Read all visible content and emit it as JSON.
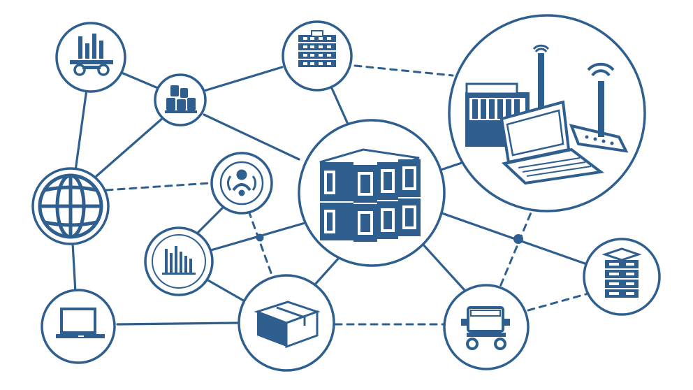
{
  "diagram": {
    "colors": {
      "primary": "#2f5f8f",
      "dark": "#1f4a78",
      "light": "#ffffff"
    },
    "nodes": [
      {
        "name": "forklift-node",
        "icon": "forklift-chart-icon"
      },
      {
        "name": "barrels-node",
        "icon": "barrels-icon"
      },
      {
        "name": "server-stack-node",
        "icon": "server-stack-icon"
      },
      {
        "name": "factory-laptop-router-node",
        "icon": "factory-laptop-router-icon"
      },
      {
        "name": "globe-node",
        "icon": "globe-icon"
      },
      {
        "name": "person-sensor-node",
        "icon": "person-signal-icon"
      },
      {
        "name": "central-cube-hub-node",
        "icon": "stacked-boxes-icon"
      },
      {
        "name": "bar-chart-node",
        "icon": "bar-chart-icon"
      },
      {
        "name": "database-node",
        "icon": "database-icon"
      },
      {
        "name": "laptop-node",
        "icon": "laptop-icon"
      },
      {
        "name": "package-node",
        "icon": "package-icon"
      },
      {
        "name": "cart-robot-node",
        "icon": "cart-icon"
      }
    ],
    "links": [
      {
        "from": "forklift-node",
        "to": "barrels-node",
        "style": "solid"
      },
      {
        "from": "forklift-node",
        "to": "globe-node",
        "style": "solid"
      },
      {
        "from": "barrels-node",
        "to": "server-stack-node",
        "style": "solid"
      },
      {
        "from": "barrels-node",
        "to": "globe-node",
        "style": "solid"
      },
      {
        "from": "barrels-node",
        "to": "central-cube-hub-node",
        "style": "solid"
      },
      {
        "from": "server-stack-node",
        "to": "central-cube-hub-node",
        "style": "solid"
      },
      {
        "from": "server-stack-node",
        "to": "factory-laptop-router-node",
        "style": "dashed"
      },
      {
        "from": "globe-node",
        "to": "person-sensor-node",
        "style": "dashed"
      },
      {
        "from": "globe-node",
        "to": "laptop-node",
        "style": "solid"
      },
      {
        "from": "central-cube-hub-node",
        "to": "factory-laptop-router-node",
        "style": "solid"
      },
      {
        "from": "central-cube-hub-node",
        "to": "bar-chart-node",
        "style": "solid"
      },
      {
        "from": "central-cube-hub-node",
        "to": "package-node",
        "style": "solid"
      },
      {
        "from": "central-cube-hub-node",
        "to": "database-node",
        "style": "solid"
      },
      {
        "from": "person-sensor-node",
        "to": "bar-chart-node",
        "style": "solid"
      },
      {
        "from": "person-sensor-node",
        "to": "package-node",
        "style": "dashed"
      },
      {
        "from": "bar-chart-node",
        "to": "package-node",
        "style": "solid"
      },
      {
        "from": "laptop-node",
        "to": "package-node",
        "style": "solid"
      },
      {
        "from": "package-node",
        "to": "cart-robot-node",
        "style": "dashed"
      },
      {
        "from": "cart-robot-node",
        "to": "database-node",
        "style": "dashed"
      },
      {
        "from": "cart-robot-node",
        "to": "central-cube-hub-node",
        "style": "solid"
      },
      {
        "from": "factory-laptop-router-node",
        "to": "cart-robot-node",
        "style": "dashed"
      }
    ]
  }
}
